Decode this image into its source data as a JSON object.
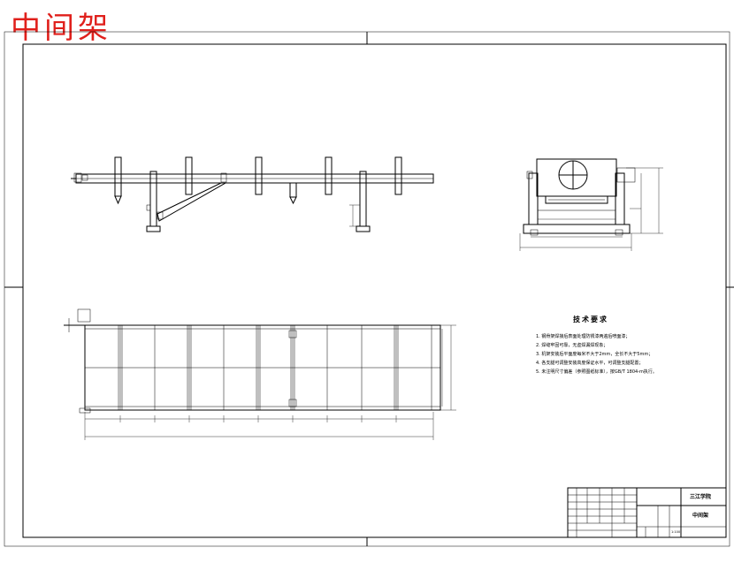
{
  "title": "中间架",
  "requirements": {
    "title": "技术要求",
    "items": [
      "1. 钢骨架焊接后表面处理防锈漆两遍后喷面漆；",
      "2. 焊缝牢固可靠，无虚焊漏焊现象；",
      "3. 机架安装后平面度每米不大于2mm，全长不大于5mm；",
      "4. 各支腿可调整安装高度保证水平，可调整支腿配置；",
      "5. 未注明尺寸偏差（参照图纸标准），按GB/T 1804-m执行。"
    ]
  },
  "title_block": {
    "company": "三江学院",
    "drawing_name": "中间架",
    "scale_label": "1:100"
  }
}
